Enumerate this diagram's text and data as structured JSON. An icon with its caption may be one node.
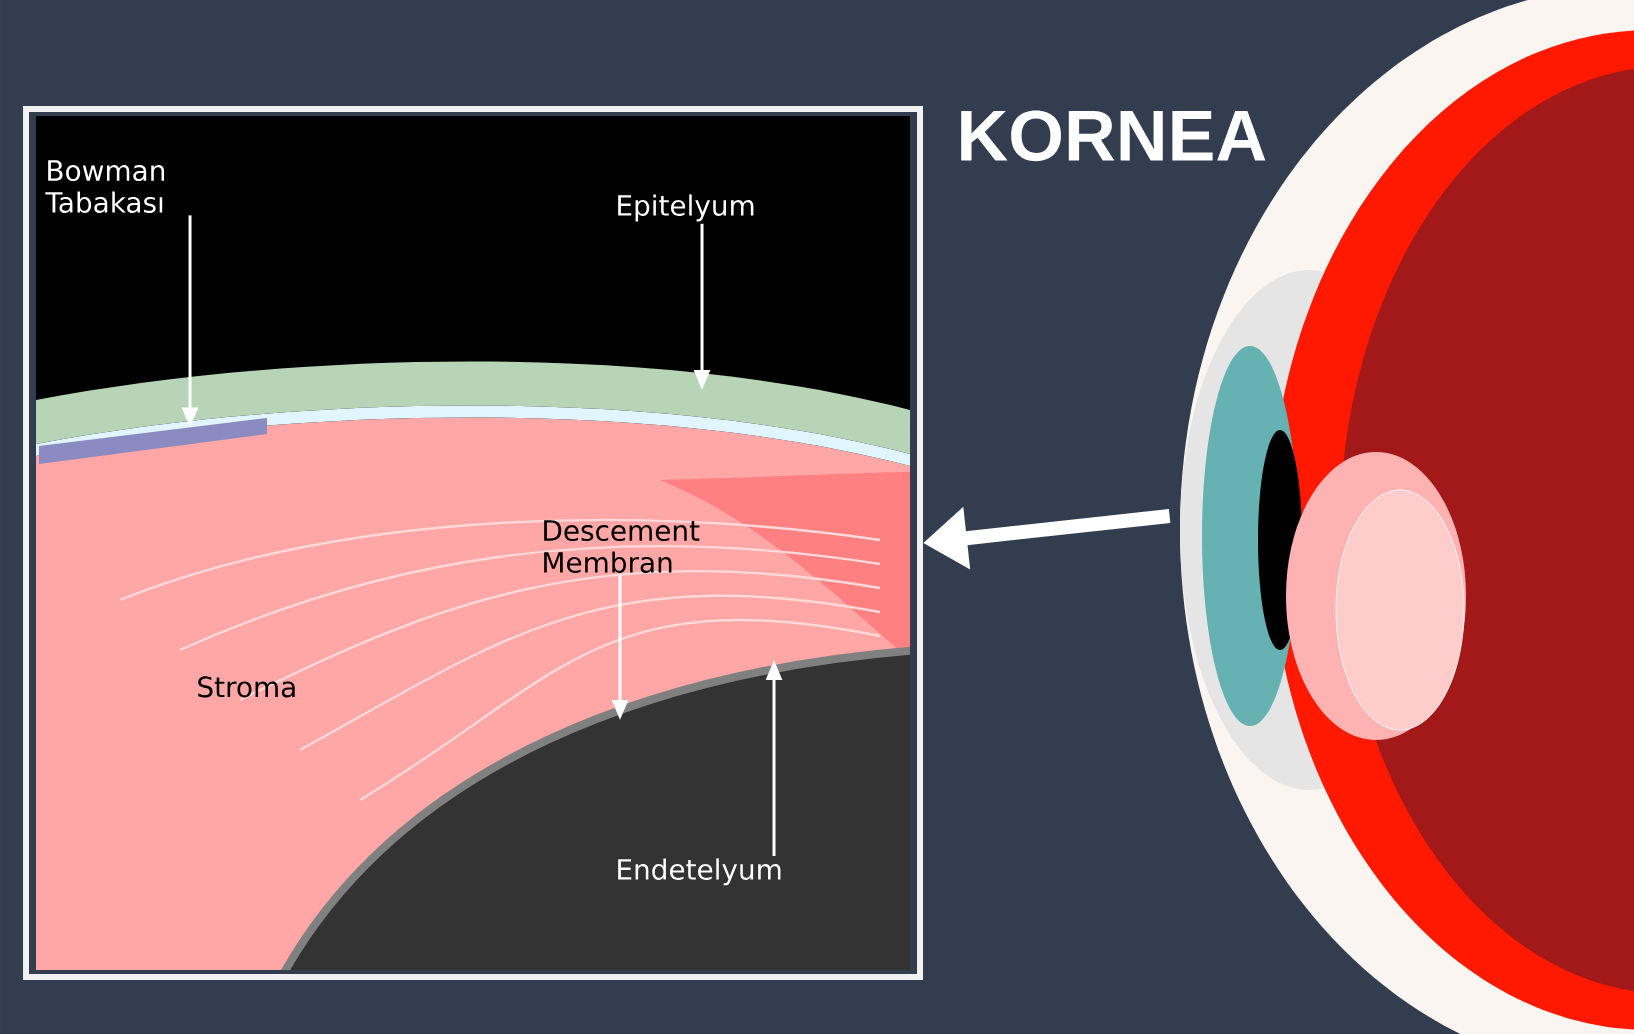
{
  "diagram": {
    "title": "KORNEA",
    "nodes": [
      {
        "text": [],
        "shape": "picture"
      },
      {
        "text": [],
        "shape": "picture"
      },
      {
        "text": [
          "Bowman Tabakası"
        ],
        "in": 0
      },
      {
        "text": [
          "Epitelyum"
        ],
        "in": 0
      },
      {
        "text": [
          "Descement Membran"
        ],
        "in": 0
      },
      {
        "text": [
          "Endetelyum"
        ],
        "in": 0
      },
      {
        "text": [],
        "shape": "band",
        "in": 0
      }
    ],
    "edges": [
      {
        "from": 1,
        "to": 0,
        "arrow": "to",
        "style": "thick"
      },
      {
        "from": 2,
        "to": 6,
        "arrow": "to"
      },
      {
        "from": 3,
        "to": null,
        "arrow": "to"
      },
      {
        "from": 4,
        "to": null,
        "arrow": "to"
      },
      {
        "from": 5,
        "to": null,
        "arrow": "to"
      }
    ],
    "labels": [
      "Stroma"
    ]
  }
}
